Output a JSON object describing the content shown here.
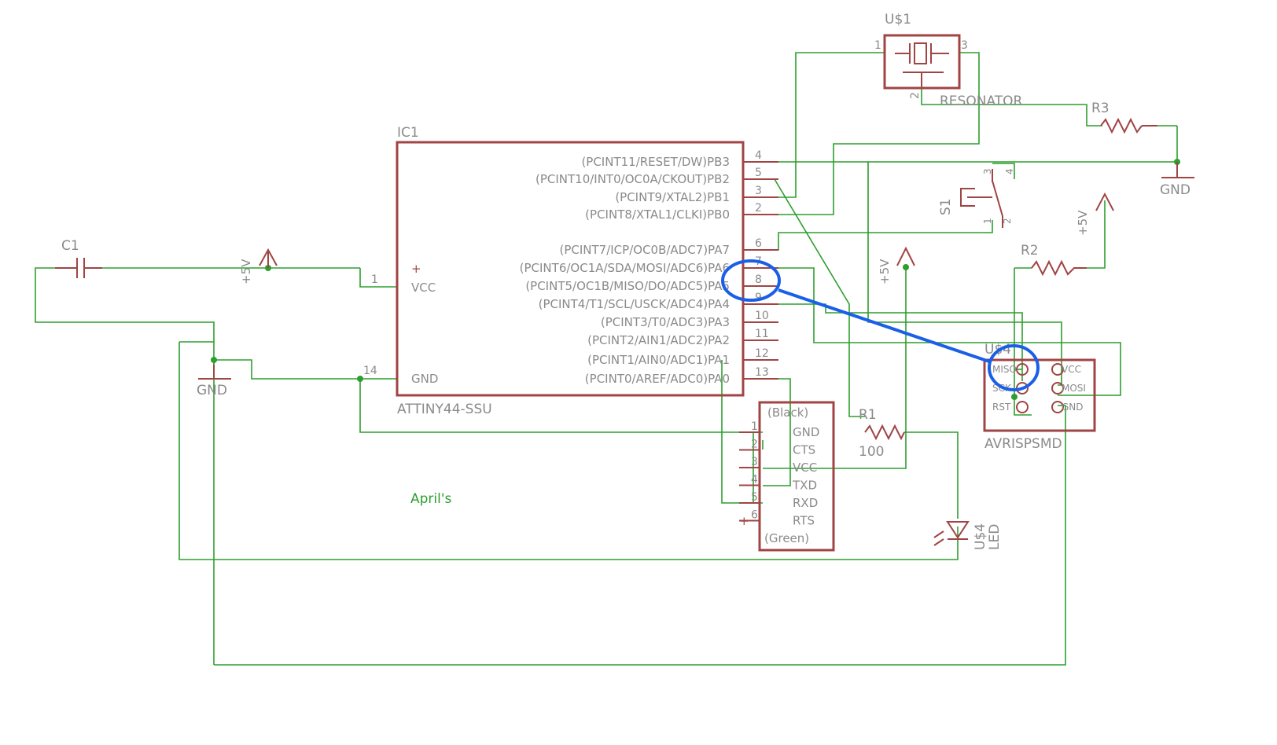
{
  "colors": {
    "wire": "#2e9e2e",
    "part": "#a04444",
    "label": "#8a8a8a",
    "highlight": "#1a5fe8",
    "note": "#2e9e2e"
  },
  "ic1": {
    "ref": "IC1",
    "value": "ATTINY44-SSU",
    "vcc_label": "VCC",
    "gnd_label": "GND",
    "plus_mark": "+",
    "pin_vcc_num": "1",
    "pin_gnd_num": "14",
    "right_pins": [
      {
        "name": "(PCINT11/RESET/DW)PB3",
        "num": "4"
      },
      {
        "name": "(PCINT10/INT0/OC0A/CKOUT)PB2",
        "num": "5"
      },
      {
        "name": "(PCINT9/XTAL2)PB1",
        "num": "3"
      },
      {
        "name": "(PCINT8/XTAL1/CLKI)PB0",
        "num": "2"
      },
      {
        "name": "(PCINT7/ICP/OC0B/ADC7)PA7",
        "num": "6"
      },
      {
        "name": "(PCINT6/OC1A/SDA/MOSI/ADC6)PA6",
        "num": "7"
      },
      {
        "name": "(PCINT5/OC1B/MISO/DO/ADC5)PA5",
        "num": "8"
      },
      {
        "name": "(PCINT4/T1/SCL/USCK/ADC4)PA4",
        "num": "9"
      },
      {
        "name": "(PCINT3/T0/ADC3)PA3",
        "num": "10"
      },
      {
        "name": "(PCINT2/AIN1/ADC2)PA2",
        "num": "11"
      },
      {
        "name": "(PCINT1/AIN0/ADC1)PA1",
        "num": "12"
      },
      {
        "name": "(PCINT0/AREF/ADC0)PA0",
        "num": "13"
      }
    ]
  },
  "resonator": {
    "ref": "U$1",
    "value": "RESONATOR",
    "pin1": "1",
    "pin2": "2",
    "pin3": "3"
  },
  "r3": {
    "ref": "R3"
  },
  "r2": {
    "ref": "R2"
  },
  "r1": {
    "ref": "R1",
    "value": "100"
  },
  "c1": {
    "ref": "C1"
  },
  "s1": {
    "ref": "S1",
    "pin1": "1",
    "pin2": "2",
    "pin3": "3",
    "pin4": "4"
  },
  "supplies": {
    "vcc_left": "+5V",
    "vcc_mid": "+5V",
    "vcc_right": "+5V",
    "gnd_left": "GND",
    "gnd_right": "GND"
  },
  "isp": {
    "ref": "U$4",
    "value": "AVRISPSMD",
    "pins_left": [
      "MISO",
      "SCK",
      "RST"
    ],
    "pins_right": [
      "VCC",
      "MOSI",
      "GND"
    ]
  },
  "ftdi": {
    "top_label": "(Black)",
    "bottom_label": "(Green)",
    "pins": [
      {
        "num": "1",
        "name": "GND"
      },
      {
        "num": "2",
        "name": "CTS"
      },
      {
        "num": "3",
        "name": "VCC"
      },
      {
        "num": "4",
        "name": "TXD"
      },
      {
        "num": "5",
        "name": "RXD"
      },
      {
        "num": "6",
        "name": "RTS"
      }
    ]
  },
  "led": {
    "ref": "U$4",
    "value": "LED"
  },
  "note": "April's"
}
